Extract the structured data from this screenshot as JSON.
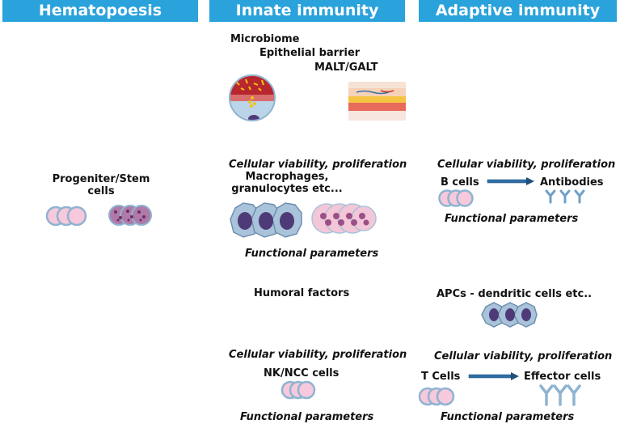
{
  "columns": {
    "hematopoesis": {
      "title": "Hematopoesis",
      "stem_cells_label": [
        "Progeniter/Stem",
        "cells"
      ]
    },
    "innate": {
      "title": "Innate immunity",
      "microbiome": "Microbiome",
      "epithelial_barrier": "Epithelial barrier",
      "malt_galt": "MALT/GALT",
      "viability_1": "Cellular viability, proliferation",
      "macrophages": [
        "Macrophages,",
        "granulocytes etc..."
      ],
      "functional_1": "Functional parameters",
      "humoral": "Humoral factors",
      "viability_2": "Cellular viability, proliferation",
      "nk_cells": "NK/NCC cells",
      "functional_2": "Functional parameters"
    },
    "adaptive": {
      "title": "Adaptive immunity",
      "viability_1": "Cellular viability, proliferation",
      "b_cells": "B cells",
      "antibodies": "Antibodies",
      "functional_1": "Functional parameters",
      "apcs": "APCs - dendritic cells etc..",
      "viability_2": "Cellular viability, proliferation",
      "t_cells": "T Cells",
      "effector_cells": "Effector cells",
      "functional_2": "Functional parameters"
    }
  },
  "colors": {
    "header_bg": "#2aa2dc",
    "lymphocyte_fill": "#f7c9dc",
    "lymphocyte_border": "#8fb3d1",
    "macrophage_body": "#a9c3da",
    "macrophage_nucleus": "#4f3a78",
    "granulocyte_nucleus": "#9a4f86",
    "antibody": "#6fa0c8",
    "arrow": "#1f5f97"
  }
}
